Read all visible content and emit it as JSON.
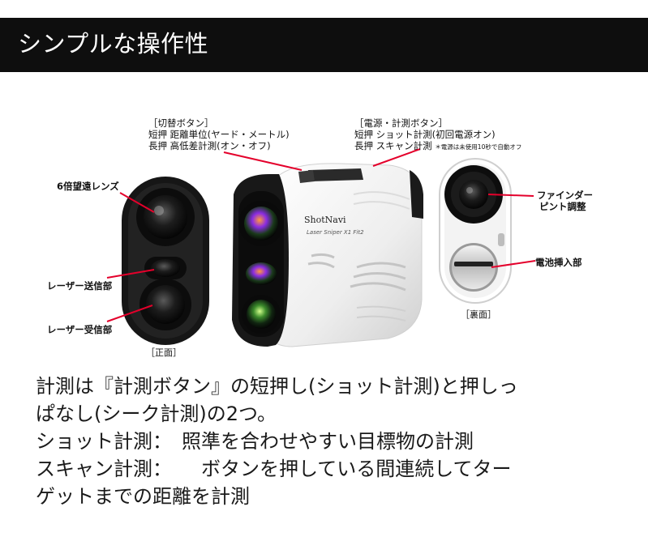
{
  "banner": {
    "title": "シンプルな操作性"
  },
  "callouts": {
    "switch_button": {
      "heading": "［切替ボタン］",
      "line1": "短押  距離単位(ヤード・メートル)",
      "line2": "長押  高低差計測(オン・オフ)"
    },
    "power_button": {
      "heading": "［電源・計測ボタン］",
      "line1": "短押  ショット計測(初回電源オン)",
      "line2": "長押  スキャン計測",
      "note": "＊電源は未使用10秒で自動オフ"
    }
  },
  "labels": {
    "lens": "6倍望遠レンズ",
    "laser_tx": "レーザー送信部",
    "laser_rx": "レーザー受信部",
    "finder": "ファインダー",
    "focus": "ピント調整",
    "battery": "電池挿入部"
  },
  "tags": {
    "front": "［正面］",
    "back": "［裏面］"
  },
  "device": {
    "brand": "ShotNavi",
    "model": "Laser Sniper X1 Fit2"
  },
  "description": {
    "line1": "計測は『計測ボタン』の短押し(ショット計測)と押しっ",
    "line2": "ぱなし(シーク計測)の2つ。",
    "shot_term": "ショット計測：　",
    "shot_desc": "照準を合わせやすい目標物の計測",
    "scan_term": "スキャン計測：　　",
    "scan_desc": "ボタンを押している間連続してター",
    "line5": "ゲットまでの距離を計測"
  },
  "colors": {
    "accent_line": "#e4002b",
    "banner_bg": "#0e0e0e"
  }
}
